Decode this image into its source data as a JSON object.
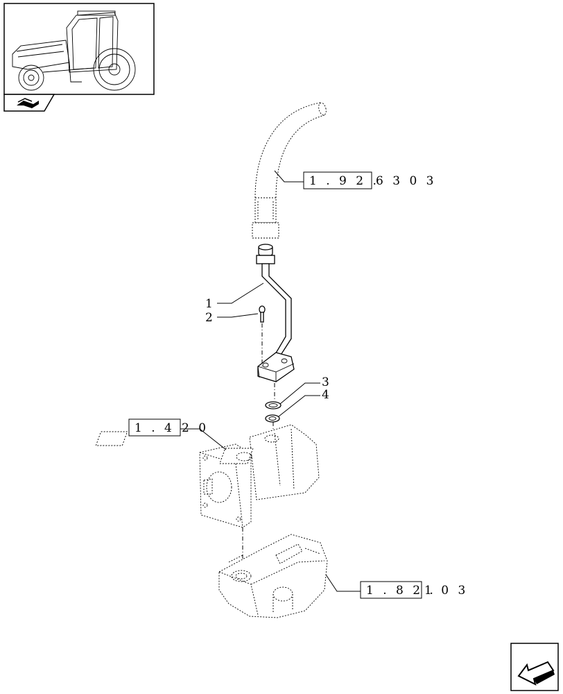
{
  "diagram": {
    "callouts": [
      {
        "id": "1",
        "text": "1"
      },
      {
        "id": "2",
        "text": "2"
      },
      {
        "id": "3",
        "text": "3"
      },
      {
        "id": "4",
        "text": "4"
      }
    ],
    "references": {
      "hose": {
        "boxed": "1 . 9 2 .",
        "rest": "6 3   0 3"
      },
      "pump": {
        "boxed": "1 . 4",
        "rest": "2   0"
      },
      "housing": {
        "boxed": "1 . 8 2 .",
        "rest": "1   0 3"
      }
    }
  },
  "icons": {
    "tractor": "tractor-thumbnail-icon",
    "book": "manual-section-icon",
    "nav": "next-page-arrow-icon"
  }
}
